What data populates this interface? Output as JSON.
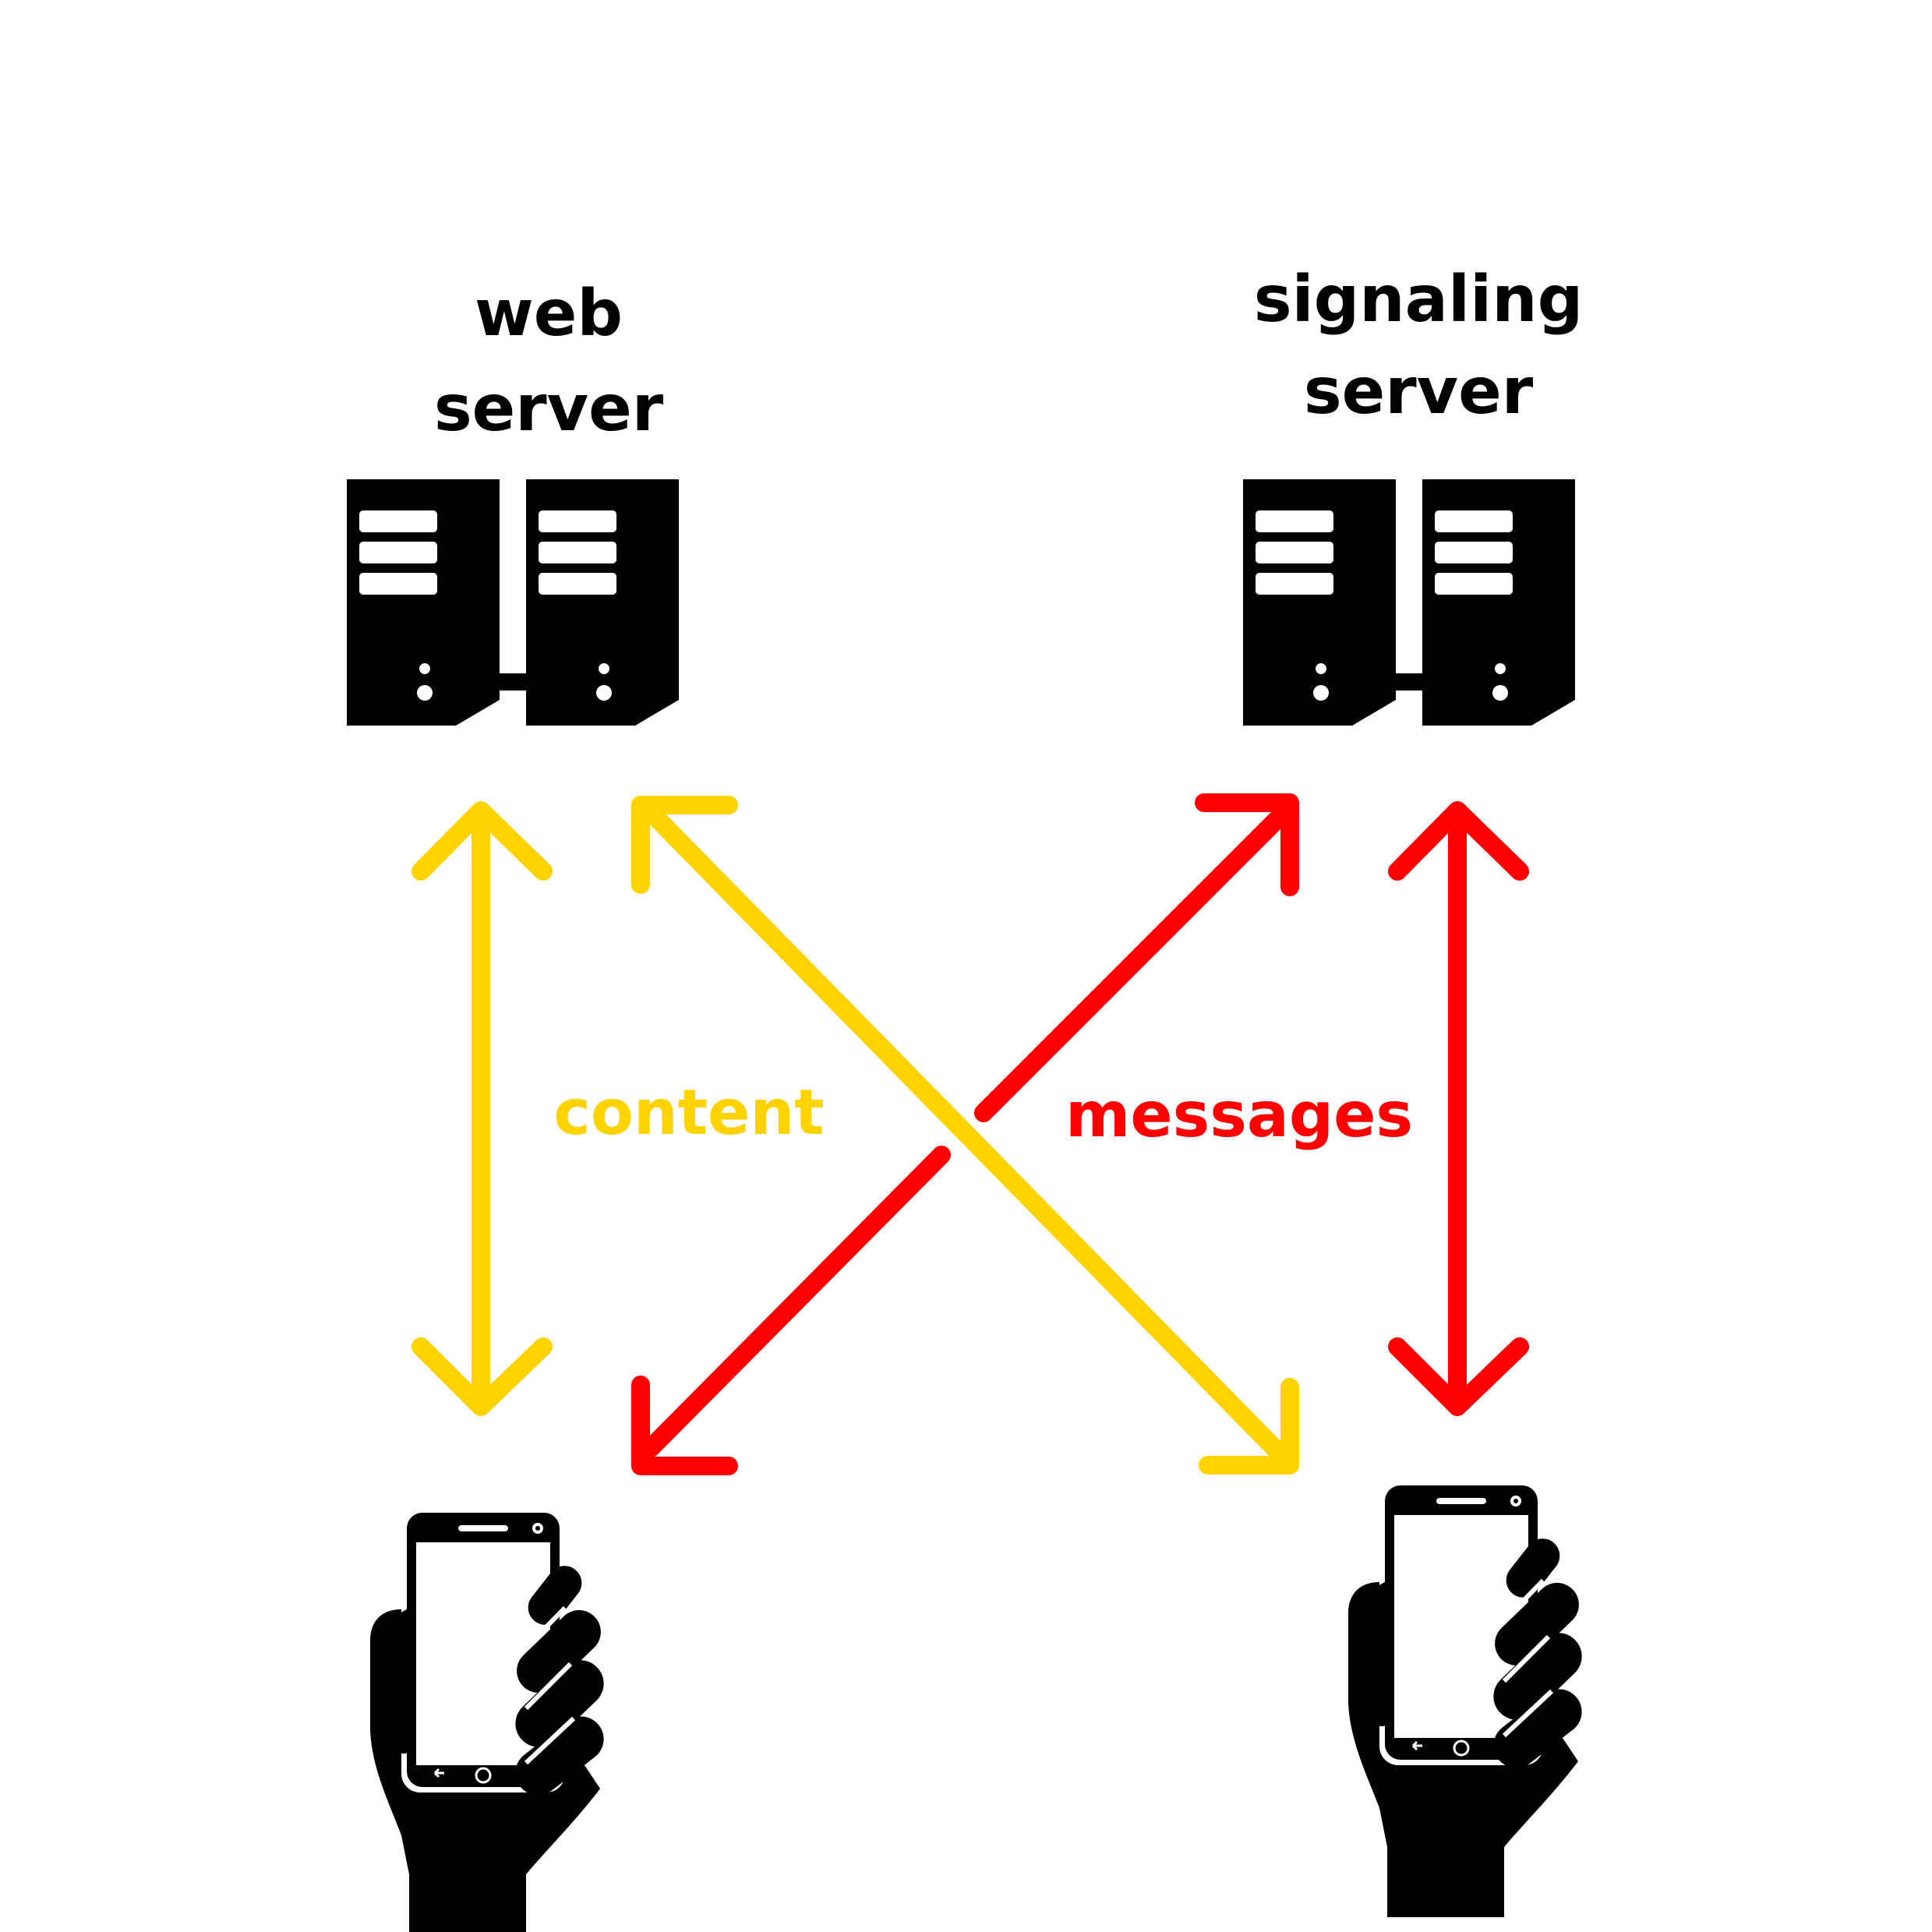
{
  "nodes": {
    "web_server": {
      "label_line1": "web",
      "label_line2": "server"
    },
    "signaling_server": {
      "label_line1": "signaling",
      "label_line2": "server"
    },
    "phone_left": {},
    "phone_right": {}
  },
  "edge_labels": {
    "content": "content",
    "messages": "messages"
  },
  "colors": {
    "content": "#ffd200",
    "messages": "#ff0000",
    "ink": "#000000",
    "background": "#ffffff"
  },
  "icons": {
    "server": "server-rack-icon",
    "phone": "hand-holding-phone-icon"
  }
}
